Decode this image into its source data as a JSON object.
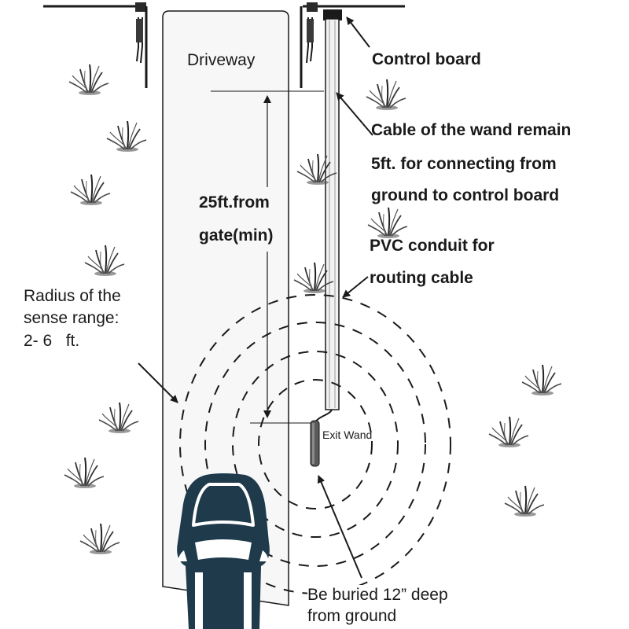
{
  "labels": {
    "driveway": "Driveway",
    "control_board": "Control board",
    "cable_line1": "Cable of the wand remain",
    "cable_line2": "5ft. for connecting from",
    "cable_line3": "ground to control board",
    "distance_line1": "25ft.from",
    "distance_line2": "gate(min)",
    "pvc_line1": "PVC conduit for",
    "pvc_line2": "routing cable",
    "radius_line1": "Radius of the",
    "radius_line2": "sense range:",
    "radius_line3": "2- 6   ft.",
    "exit_wand": "Exit Wand",
    "buried_line1": "Be buried 12” deep",
    "buried_line2": "from ground"
  },
  "icons": {
    "car": "car-icon",
    "grass": "grass-tuft-icon",
    "gate": "gate-post-icon",
    "wand": "exit-wand-sensor-icon"
  },
  "colors": {
    "line": "#1a1a1a",
    "car": "#1f3a4b",
    "driveway_fill": "#f7f7f7",
    "grass": "#333333"
  }
}
